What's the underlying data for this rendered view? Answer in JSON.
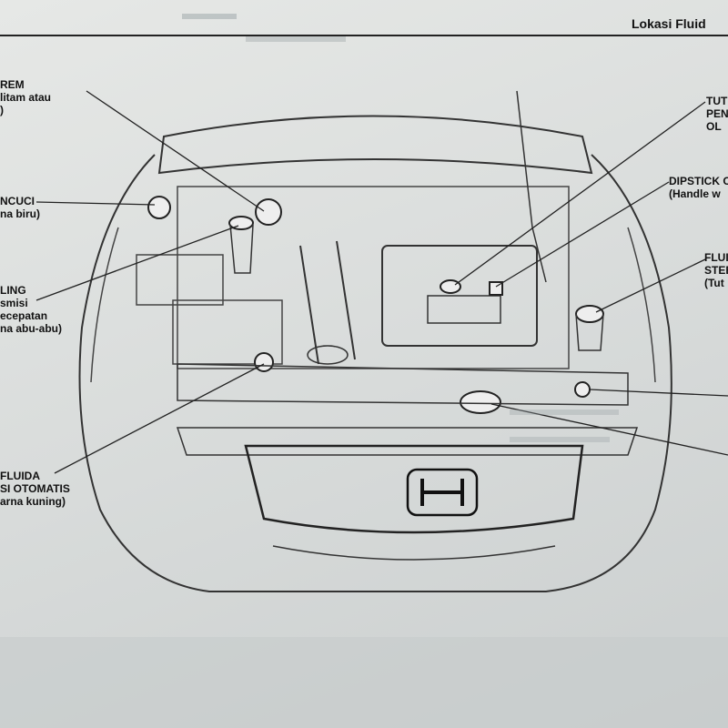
{
  "header": {
    "title": "Lokasi Fluid"
  },
  "labels": {
    "rem": {
      "line1": "REM",
      "line2": "litam atau",
      "line3": ")"
    },
    "washer": {
      "line1": "NCUCI",
      "line2": "na biru)"
    },
    "cooling": {
      "line1": "LING",
      "line2": "smisi",
      "line3": "ecepatan",
      "line4": "na abu-abu)"
    },
    "atf": {
      "line1": "FLUIDA",
      "line2": "SI OTOMATIS",
      "line3": "arna kuning)"
    },
    "oil_cap": {
      "line1": "TUTU",
      "line2": "PEN",
      "line3": "OL"
    },
    "dipstick": {
      "line1": "DIPSTICK O",
      "line2": "(Handle w"
    },
    "steering": {
      "line1": "FLUID",
      "line2": "STEE",
      "line3": "(Tut"
    }
  }
}
